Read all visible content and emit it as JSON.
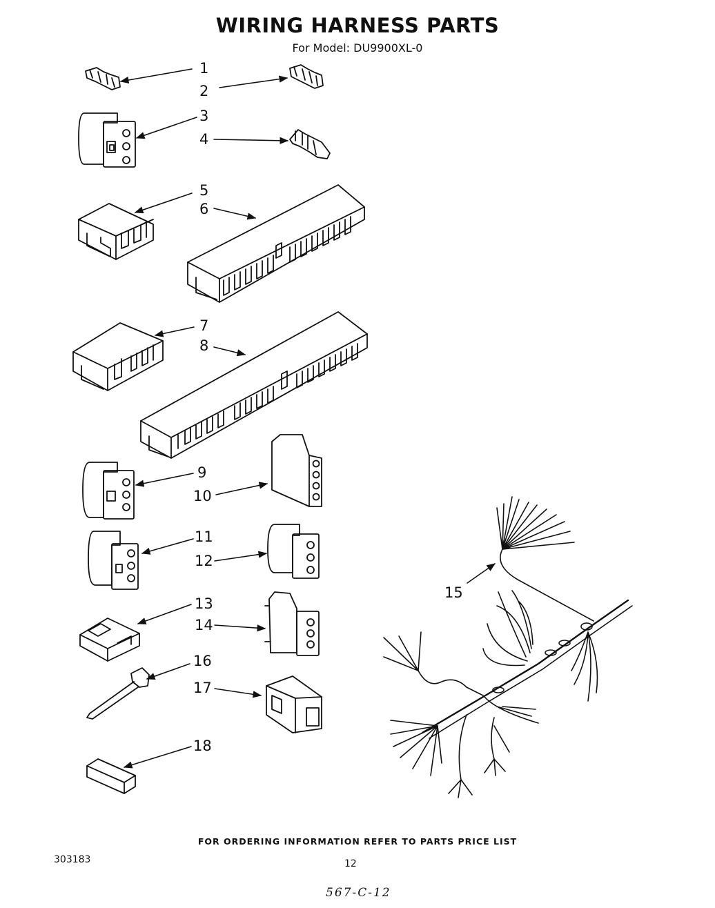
{
  "header": {
    "title": "WIRING HARNESS PARTS",
    "subtitle": "For Model: DU9900XL-0"
  },
  "callouts": [
    "1",
    "2",
    "3",
    "4",
    "5",
    "6",
    "7",
    "8",
    "9",
    "10",
    "11",
    "12",
    "13",
    "14",
    "15",
    "16",
    "17",
    "18"
  ],
  "footer": {
    "note": "FOR ORDERING INFORMATION REFER TO PARTS PRICE LIST",
    "doc_number": "303183",
    "page_number": "12",
    "handwritten": "567-C-12"
  }
}
